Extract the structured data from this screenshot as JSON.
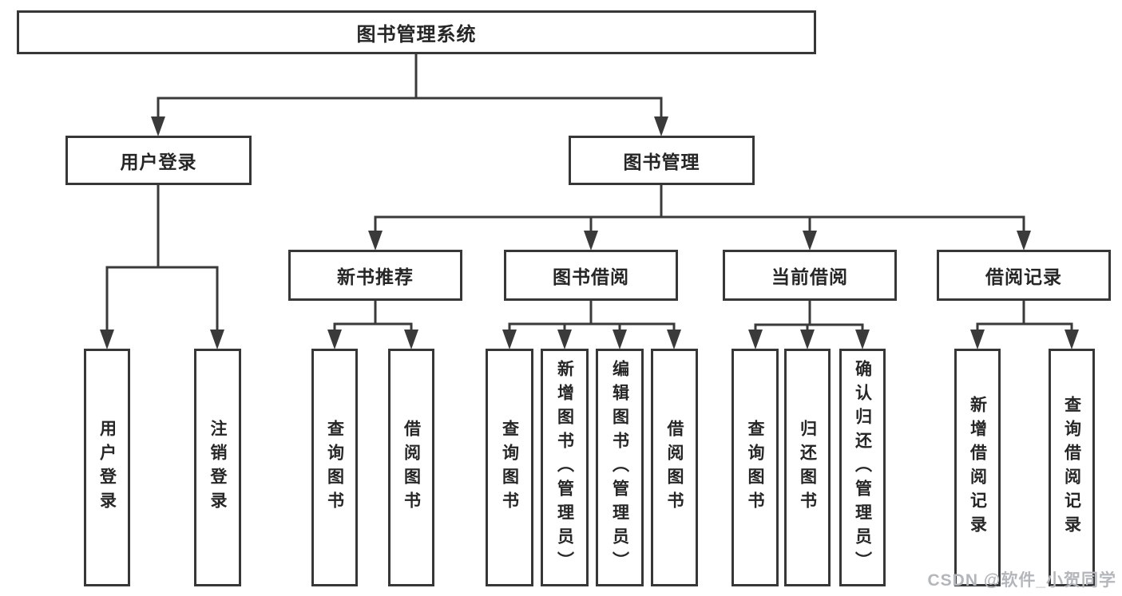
{
  "diagram": {
    "root_label": "图书管理系统",
    "user_login": {
      "label": "用户登录",
      "children": [
        "用户登录",
        "注销登录"
      ]
    },
    "book_mgmt": {
      "label": "图书管理",
      "sections": {
        "new_book": {
          "label": "新书推荐",
          "children": [
            "查询图书",
            "借阅图书"
          ]
        },
        "borrow": {
          "label": "图书借阅",
          "children": [
            "查询图书",
            "新增图书（管理员）",
            "编辑图书（管理员）",
            "借阅图书"
          ]
        },
        "current": {
          "label": "当前借阅",
          "children": [
            "查询图书",
            "归还图书",
            "确认归还（管理员）"
          ]
        },
        "record": {
          "label": "借阅记录",
          "children": [
            "新增借阅记录",
            "查询借阅记录"
          ]
        }
      }
    }
  },
  "watermark": "CSDN @软件_小贺同学",
  "colors": {
    "line": "#3a3a3a",
    "text": "#262626",
    "background": "#ffffff",
    "watermark": "#b3b6bb"
  }
}
